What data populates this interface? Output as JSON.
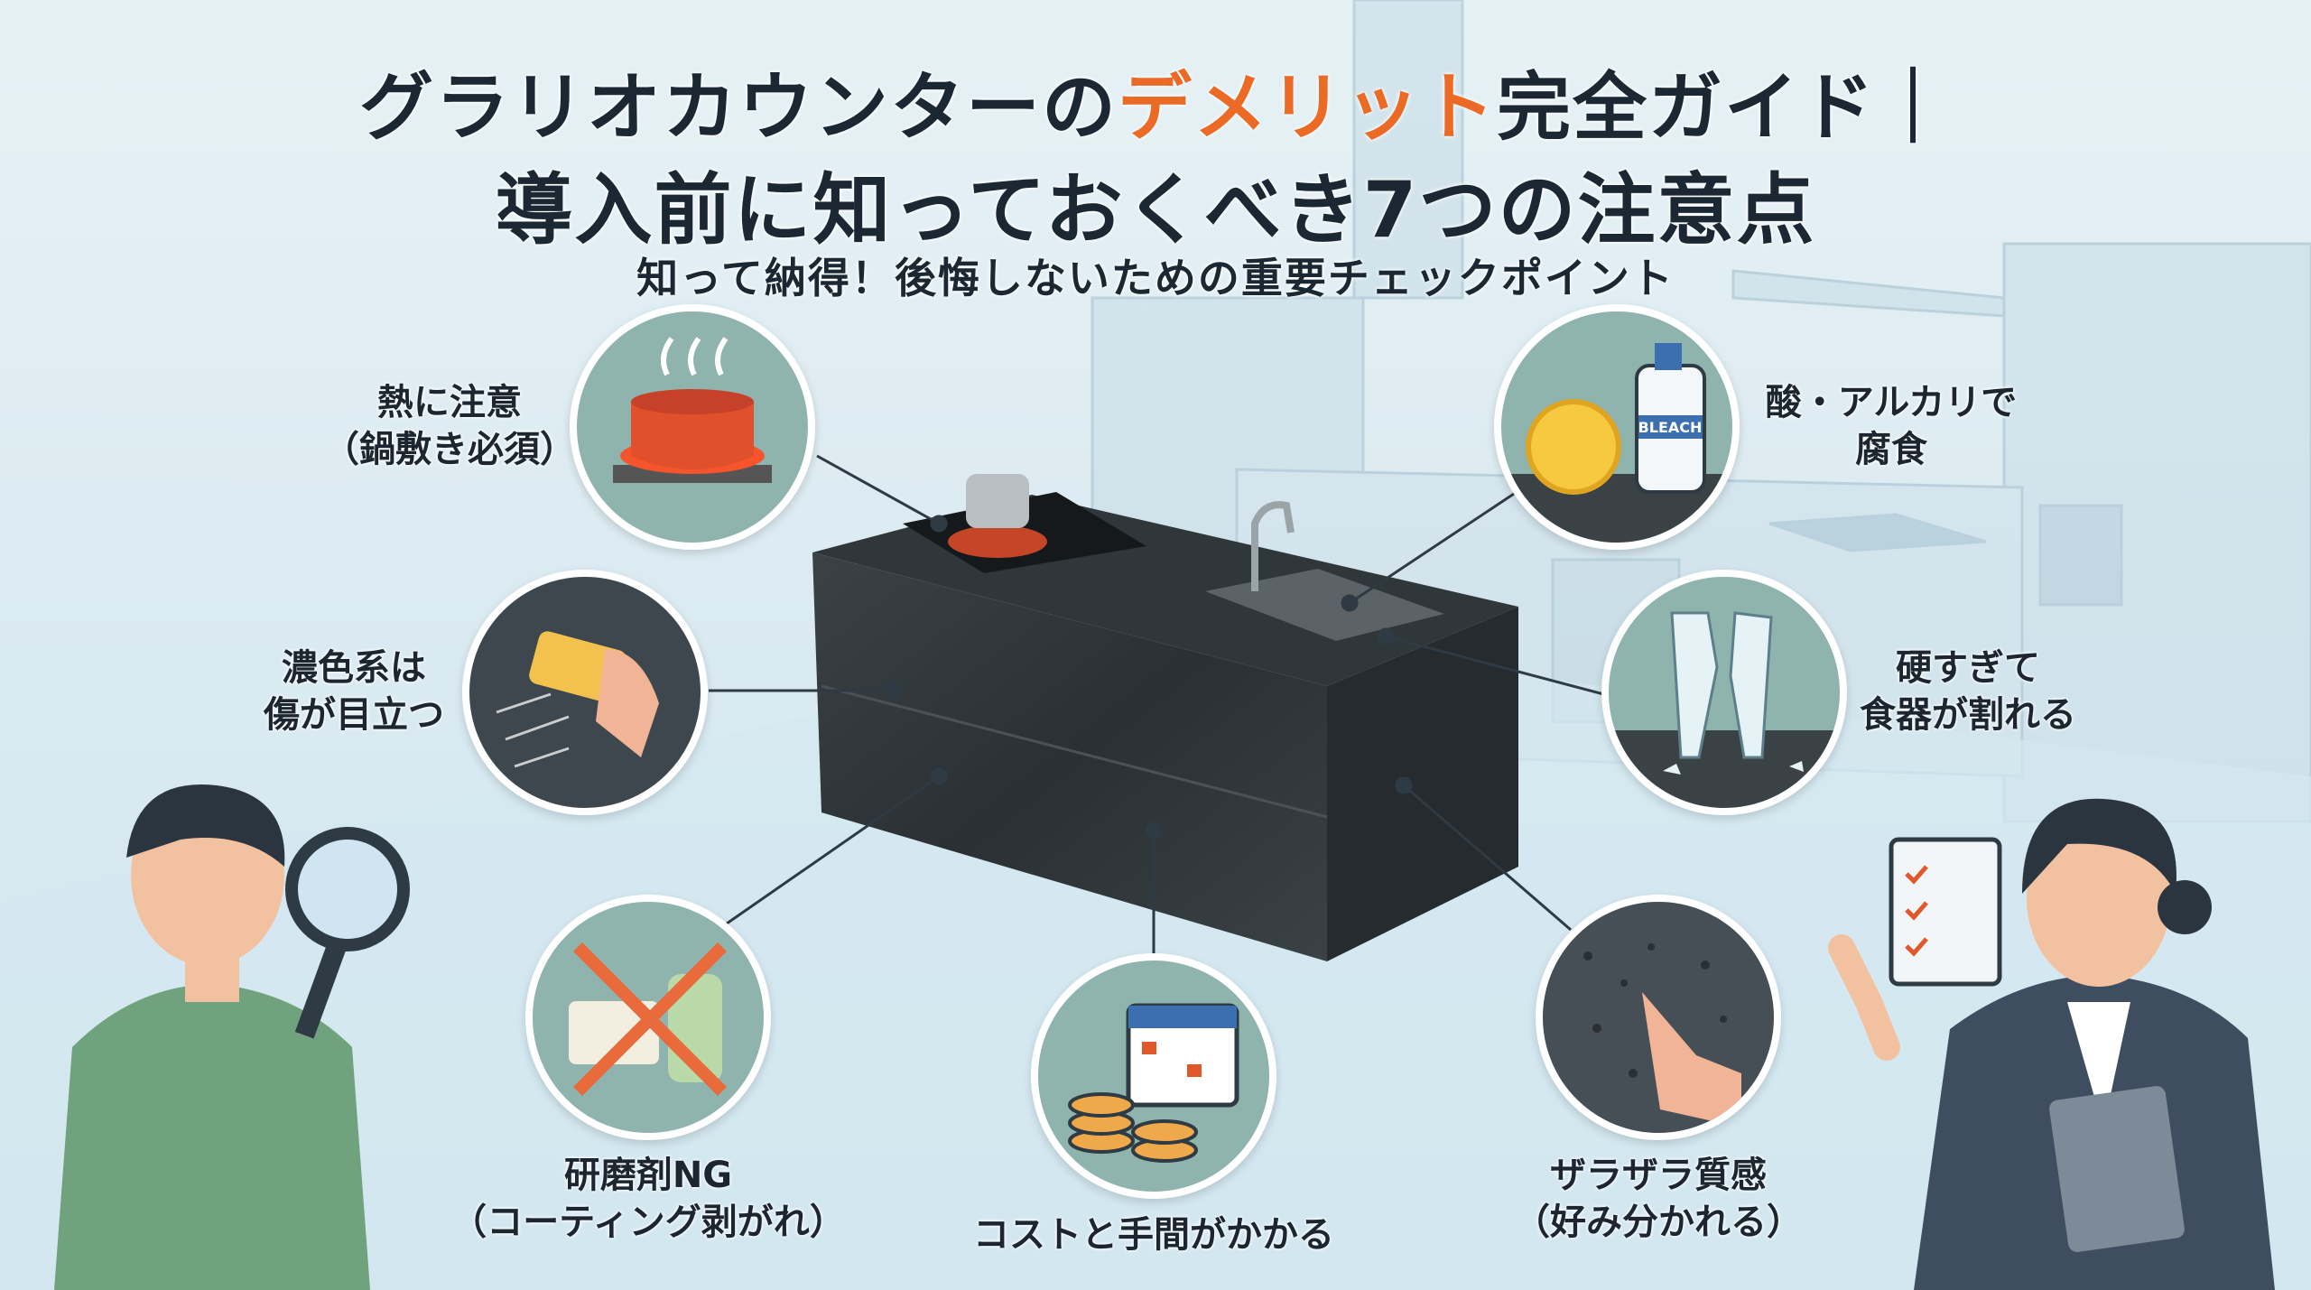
{
  "title": {
    "line1_prefix": "グラリオカウンターの",
    "line1_accent": "デメリット",
    "line1_suffix": "完全ガイド｜",
    "line2": "導入前に知っておくべき7つの注意点",
    "subtitle": "知って納得！後悔しないための重要チェックポイント"
  },
  "colors": {
    "accent": "#ea6a26",
    "text": "#1b2733",
    "background": "#dcebf2",
    "circle": "#8fb0aa"
  },
  "points": [
    {
      "line1": "熱に注意",
      "line2": "（鍋敷き必須）",
      "icon": "hot-pot-icon"
    },
    {
      "line1": "濃色系は",
      "line2": "傷が目立つ",
      "icon": "sponge-scratch-icon"
    },
    {
      "line1": "研磨剤NG",
      "line2": "（コーティング剥がれ）",
      "icon": "no-abrasive-icon"
    },
    {
      "line1": "コストと手間がかかる",
      "icon": "coins-calendar-icon"
    },
    {
      "line1": "ザラザラ質感",
      "line2": "（好み分かれる）",
      "icon": "rough-texture-icon"
    },
    {
      "line1": "酸・アルカリで",
      "line2": "腐食",
      "icon": "lemon-bleach-icon"
    },
    {
      "line1": "硬すぎて",
      "line2": "食器が割れる",
      "icon": "broken-glass-icon"
    }
  ],
  "bleach_label": "BLEACH"
}
